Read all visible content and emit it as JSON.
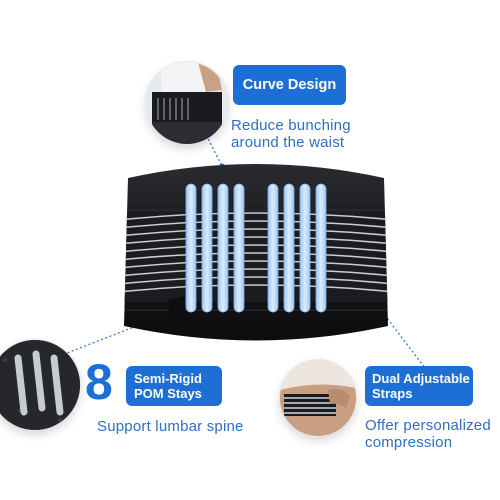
{
  "product": {
    "brand_color": "#1d6fd6",
    "text_color": "#2f6ec4",
    "belt_color": "#16171a"
  },
  "features": {
    "curve": {
      "title": "Curve Design",
      "description_line1": "Reduce bunching",
      "description_line2": "around the waist",
      "inset_icon": "waist-closeup-photo"
    },
    "stays": {
      "number": "8",
      "title_line1": "Semi-Rigid",
      "title_line2": "POM Stays",
      "description": "Support lumbar spine",
      "inset_icon": "stays-closeup-photo"
    },
    "straps": {
      "title_line1": "Dual Adjustable",
      "title_line2": "Straps",
      "description_line1": "Offer personalized",
      "description_line2": "compression",
      "inset_icon": "strap-worn-photo"
    }
  }
}
